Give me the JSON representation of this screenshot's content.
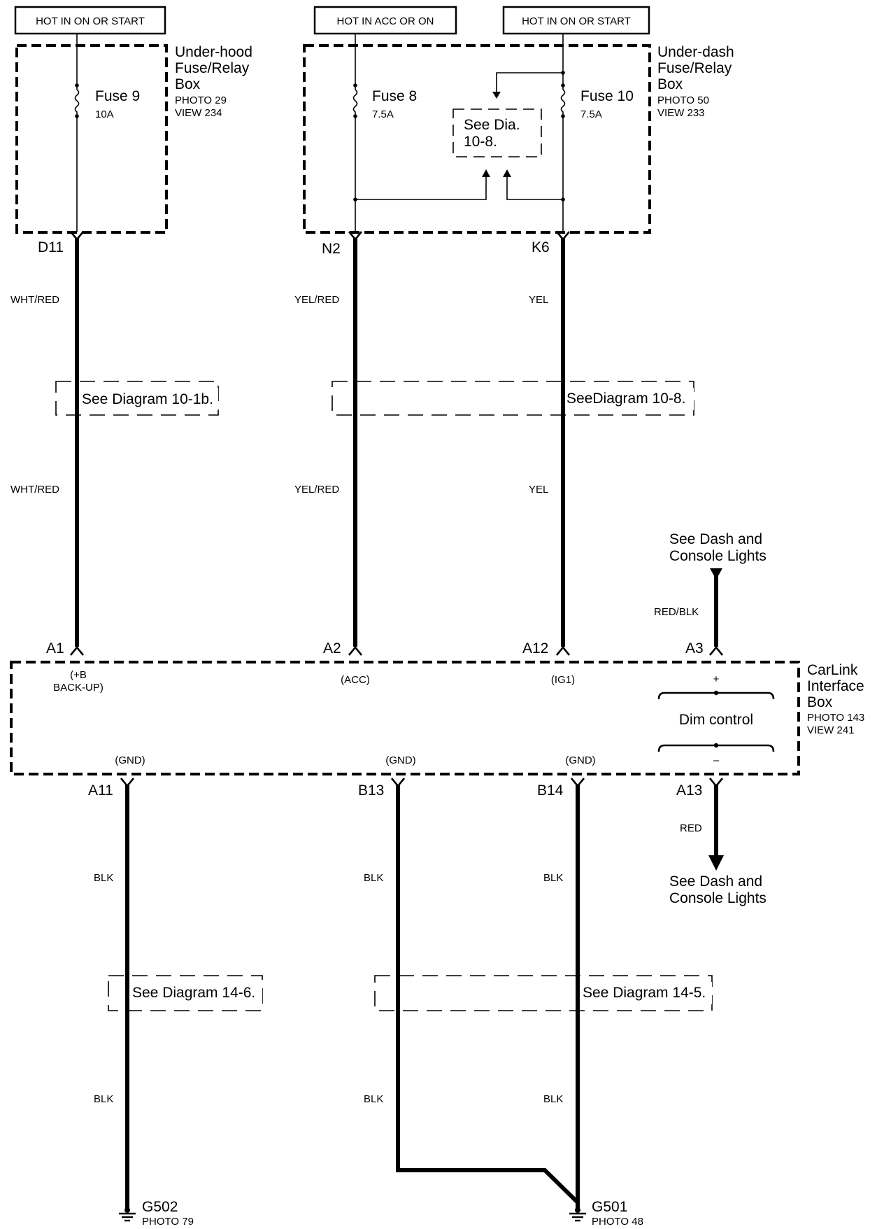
{
  "power_sources": {
    "left": "HOT IN ON OR START",
    "middle": "HOT IN ACC OR ON",
    "right": "HOT IN ON OR START"
  },
  "underhood_box": {
    "name_line1": "Under-hood",
    "name_line2": "Fuse/Relay",
    "name_line3": "Box",
    "photo": "PHOTO 29",
    "view": "VIEW 234",
    "fuse_label": "Fuse 9",
    "fuse_rating": "10A"
  },
  "underdash_box": {
    "name_line1": "Under-dash",
    "name_line2": "Fuse/Relay",
    "name_line3": "Box",
    "photo": "PHOTO 50",
    "view": "VIEW 233",
    "fuse8_label": "Fuse 8",
    "fuse8_rating": "7.5A",
    "fuse10_label": "Fuse 10",
    "fuse10_rating": "7.5A",
    "see_dia_line1": "See Dia.",
    "see_dia_line2": "10-8."
  },
  "connectors": {
    "d11": "D11",
    "n2": "N2",
    "k6": "K6",
    "a1": "A1",
    "a2": "A2",
    "a12": "A12",
    "a3": "A3",
    "a11": "A11",
    "b13": "B13",
    "b14": "B14",
    "a13": "A13"
  },
  "wire_colors": {
    "wht_red": "WHT/RED",
    "yel_red": "YEL/RED",
    "yel": "YEL",
    "red_blk": "RED/BLK",
    "red": "RED",
    "blk": "BLK"
  },
  "references": {
    "diag_10_1b": "See Diagram 10-1b.",
    "diag_10_8": "SeeDiagram 10-8.",
    "diag_14_6": "See Diagram 14-6.",
    "diag_14_5": "See Diagram 14-5.",
    "dash_lights_line1": "See Dash and",
    "dash_lights_line2": "Console Lights"
  },
  "carlink_box": {
    "name_line1": "CarLink",
    "name_line2": "Interface",
    "name_line3": "Box",
    "photo": "PHOTO 143",
    "view": "VIEW 241",
    "pin_backup_line1": "(+B",
    "pin_backup_line2": "BACK-UP)",
    "pin_acc": "(ACC)",
    "pin_ig1": "(IG1)",
    "pin_gnd": "(GND)",
    "plus": "+",
    "minus": "–",
    "dim_control": "Dim control"
  },
  "grounds": {
    "g502": "G502",
    "g502_photo": "PHOTO 79",
    "g501": "G501",
    "g501_photo": "PHOTO 48"
  }
}
